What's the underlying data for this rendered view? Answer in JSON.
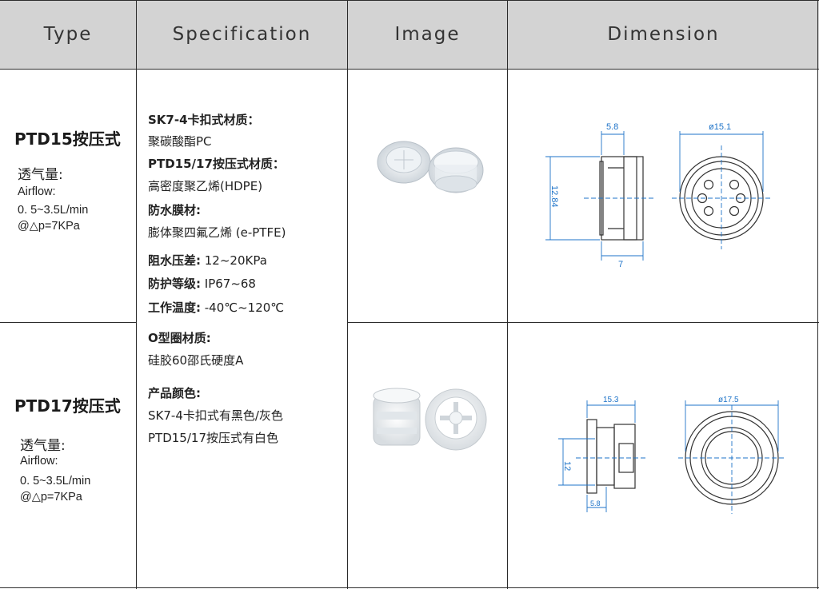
{
  "headers": {
    "type": "Type",
    "specification": "Specification",
    "image": "Image",
    "dimension": "Dimension"
  },
  "products": [
    {
      "name": "PTD15按压式",
      "airflow_cn": "透气量:",
      "airflow_en": "Airflow:",
      "airflow_range": "0. 5~3.5L/min",
      "pressure": "@△p=7KPa",
      "dims": {
        "width": "5.8",
        "diameter": "ø15.1",
        "height": "12.84",
        "length": "7"
      }
    },
    {
      "name": "PTD17按压式",
      "airflow_cn": "透气量:",
      "airflow_en": "Airflow:",
      "airflow_range": "0. 5~3.5L/min",
      "pressure": "@△p=7KPa",
      "dims": {
        "width": "15.3",
        "diameter": "ø17.5",
        "height": "12",
        "length": "5.8"
      }
    }
  ],
  "spec": [
    {
      "key": "sk_label",
      "label": "SK7-4卡扣式材质：",
      "value": ""
    },
    {
      "key": "sk_value",
      "label": "",
      "value": "聚碳酸酯PC"
    },
    {
      "key": "ptd_label",
      "label": "PTD15/17按压式材质：",
      "value": ""
    },
    {
      "key": "ptd_value",
      "label": "",
      "value": "高密度聚乙烯(HDPE)"
    },
    {
      "key": "membrane_label",
      "label": "防水膜材:",
      "value": ""
    },
    {
      "key": "membrane_value",
      "label": "",
      "value": "膨体聚四氟乙烯 (e-PTFE)"
    },
    {
      "key": "pressure",
      "label": "阻水压差:",
      "value": " 12~20KPa"
    },
    {
      "key": "ip",
      "label": "防护等级:",
      "value": " IP67~68"
    },
    {
      "key": "temp",
      "label": "工作温度:",
      "value": " -40℃~120℃"
    },
    {
      "key": "oring_label",
      "label": "O型圈材质:",
      "value": ""
    },
    {
      "key": "oring_value",
      "label": "",
      "value": "硅胶60邵氏硬度A"
    },
    {
      "key": "color_label",
      "label": "产品颜色:",
      "value": ""
    },
    {
      "key": "color_v1",
      "label": "",
      "value": "SK7-4卡扣式有黑色/灰色"
    },
    {
      "key": "color_v2",
      "label": "",
      "value": "PTD15/17按压式有白色"
    }
  ],
  "colors": {
    "header_bg": "#d3d3d3",
    "line": "#2b2b2b",
    "dim_line": "#1e73c8",
    "drawing": "#333333"
  }
}
